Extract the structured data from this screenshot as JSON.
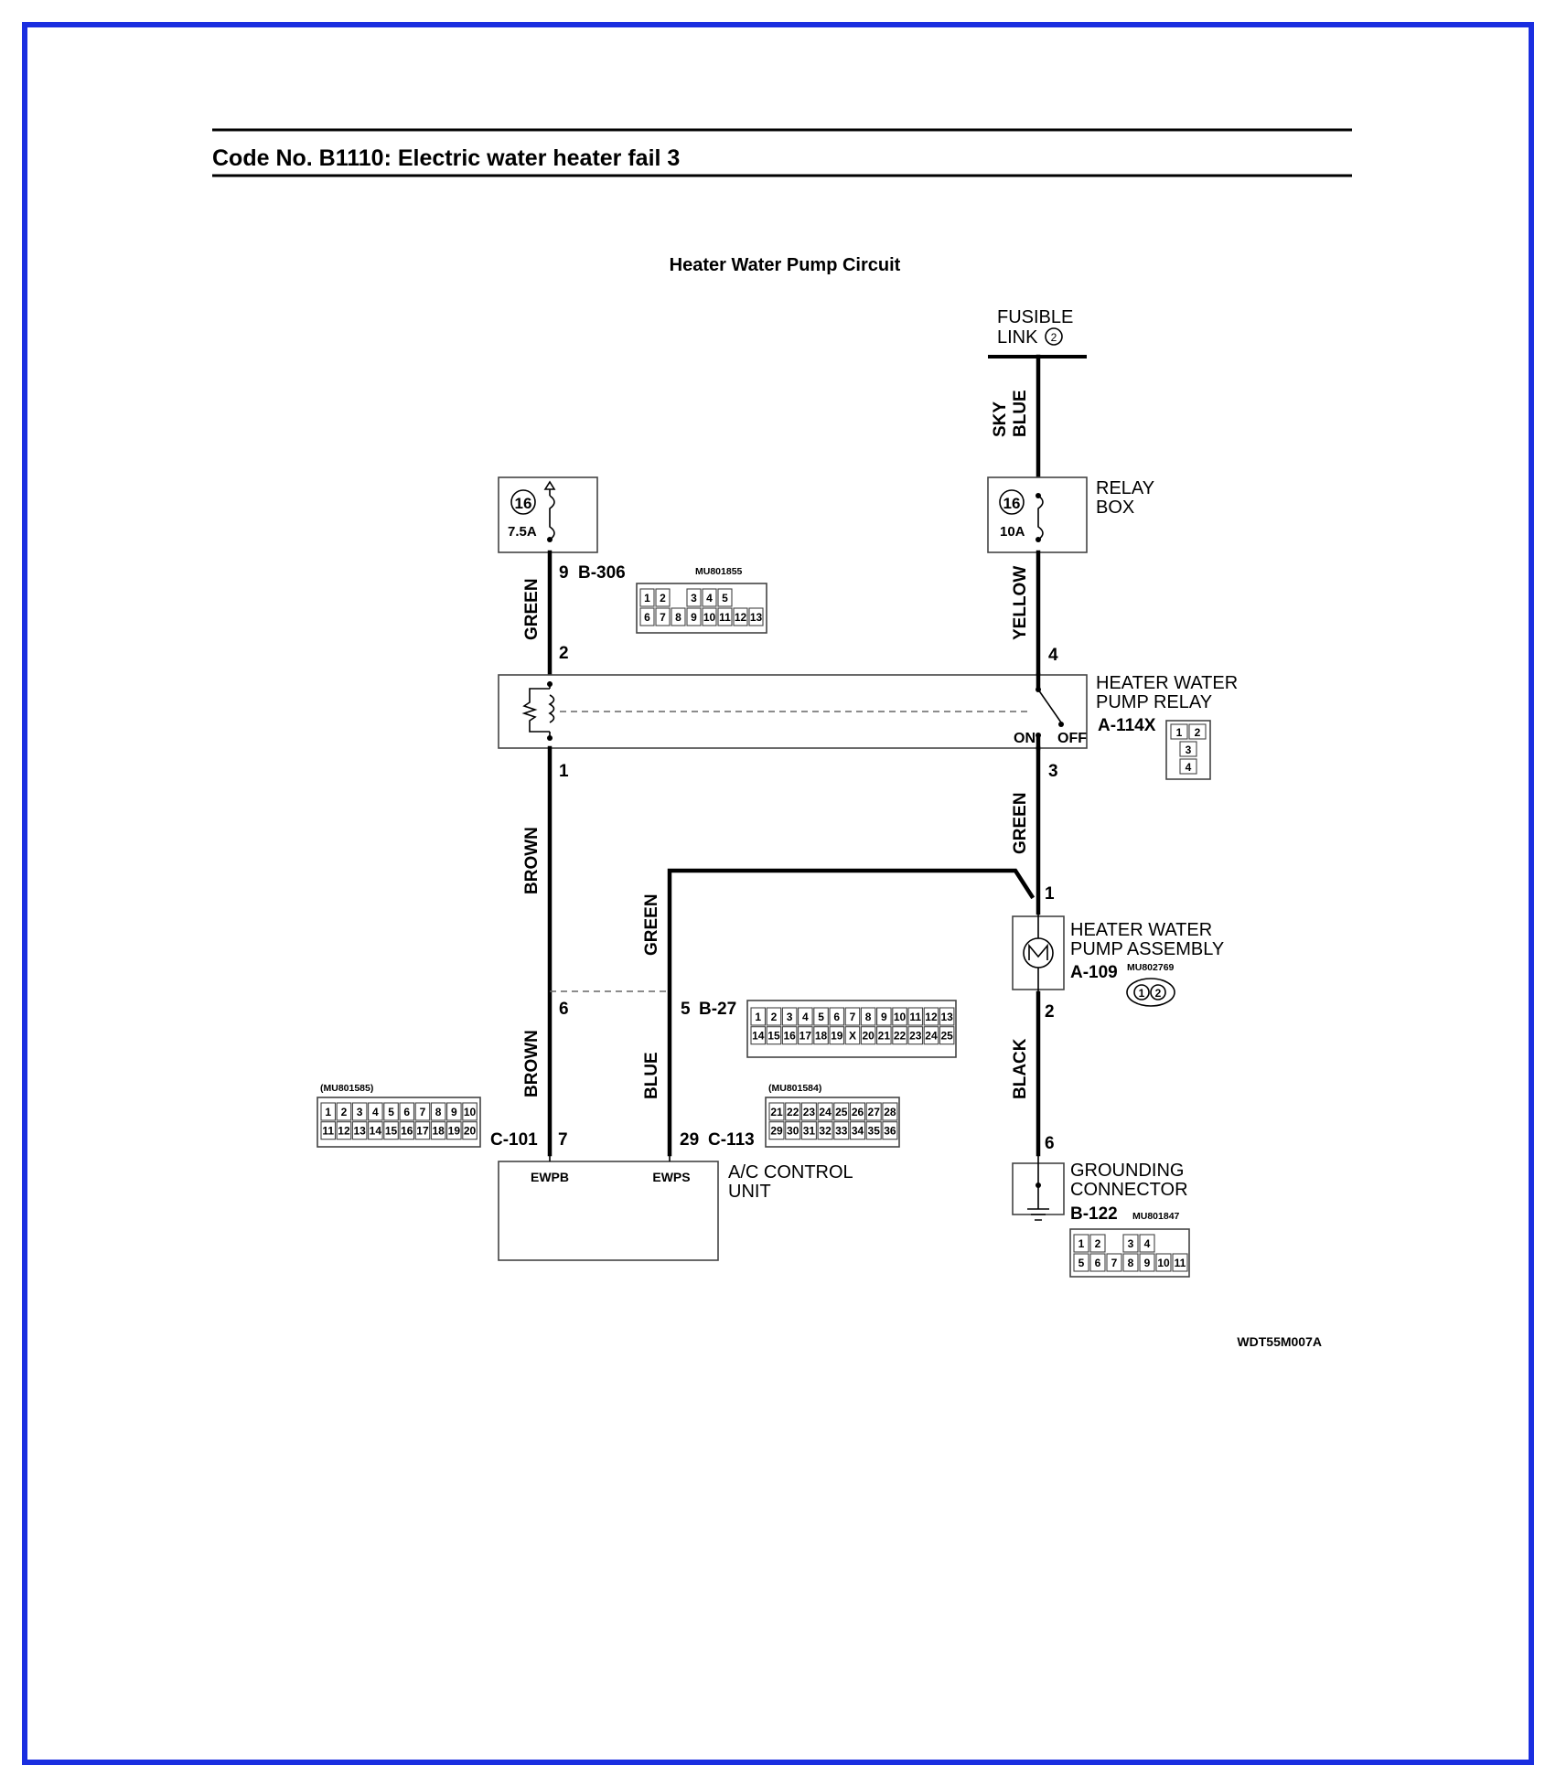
{
  "header": {
    "code_title": "Code No. B1110: Electric water heater fail 3",
    "diagram_title": "Heater Water Pump Circuit"
  },
  "components": {
    "fusible_link": {
      "label_line1": "FUSIBLE",
      "label_line2": "LINK",
      "number": "2"
    },
    "relay_box": {
      "label_line1": "RELAY",
      "label_line2": "BOX",
      "fuse_number": "16",
      "fuse_rating": "10A"
    },
    "left_fuse": {
      "fuse_number": "16",
      "fuse_rating": "7.5A"
    },
    "heater_water_pump_relay": {
      "label_line1": "HEATER WATER",
      "label_line2": "PUMP RELAY",
      "code": "A-114X",
      "on_label": "ON",
      "off_label": "OFF"
    },
    "heater_water_pump_assembly": {
      "label_line1": "HEATER WATER",
      "label_line2": "PUMP ASSEMBLY",
      "code": "A-109",
      "part_no": "MU802769"
    },
    "grounding_connector": {
      "label_line1": "GROUNDING",
      "label_line2": "CONNECTOR",
      "code": "B-122",
      "part_no": "MU801847"
    },
    "ac_control_unit": {
      "label_line1": "A/C CONTROL",
      "label_line2": "UNIT",
      "terminal_ewpb": "EWPB",
      "terminal_ewps": "EWPS"
    }
  },
  "wires": {
    "sky_blue": {
      "line1": "SKY",
      "line2": "BLUE"
    },
    "yellow": "YELLOW",
    "green_left": "GREEN",
    "green_right": "GREEN",
    "green_mid": "GREEN",
    "brown_upper": "BROWN",
    "brown_lower": "BROWN",
    "blue": "BLUE",
    "black": "BLACK"
  },
  "pins": {
    "b306_pin": "9",
    "b306_code": "B-306",
    "relay_left_top": "2",
    "relay_left_bottom": "1",
    "relay_right_top": "4",
    "relay_right_bottom": "3",
    "pump_top": "1",
    "pump_bottom": "2",
    "b27_left": "6",
    "b27_right": "5",
    "b27_code": "B-27",
    "c101_code": "C-101",
    "c101_pin": "7",
    "c113_pin": "29",
    "c113_code": "C-113",
    "ground_pin": "6"
  },
  "connectors": {
    "b306": {
      "part_no": "MU801855",
      "row1": [
        "1",
        "2",
        "",
        "3",
        "4",
        "5"
      ],
      "row2": [
        "6",
        "7",
        "8",
        "9",
        "10",
        "11",
        "12",
        "13"
      ]
    },
    "relay_conn": {
      "row1": [
        "1",
        "2"
      ],
      "row2": [
        "3"
      ],
      "row3": [
        "4"
      ]
    },
    "pump_conn": {
      "pins": [
        "1",
        "2"
      ]
    },
    "b27": {
      "row1": [
        "1",
        "2",
        "3",
        "4",
        "5",
        "6",
        "7",
        "8",
        "9",
        "10",
        "11",
        "12",
        "13"
      ],
      "row2": [
        "14",
        "15",
        "16",
        "17",
        "18",
        "19",
        "X",
        "20",
        "21",
        "22",
        "23",
        "24",
        "25"
      ]
    },
    "c101": {
      "part_no": "(MU801585)",
      "row1": [
        "1",
        "2",
        "3",
        "4",
        "5",
        "6",
        "7",
        "8",
        "9",
        "10"
      ],
      "row2": [
        "11",
        "12",
        "13",
        "14",
        "15",
        "16",
        "17",
        "18",
        "19",
        "20"
      ]
    },
    "c113": {
      "part_no": "(MU801584)",
      "row1": [
        "21",
        "22",
        "23",
        "24",
        "25",
        "26",
        "27",
        "28"
      ],
      "row2": [
        "29",
        "30",
        "31",
        "32",
        "33",
        "34",
        "35",
        "36"
      ]
    },
    "b122": {
      "row1": [
        "1",
        "2",
        "",
        "3",
        "4"
      ],
      "row2": [
        "5",
        "6",
        "7",
        "8",
        "9",
        "10",
        "11"
      ]
    }
  },
  "figure_id": "WDT55M007A"
}
